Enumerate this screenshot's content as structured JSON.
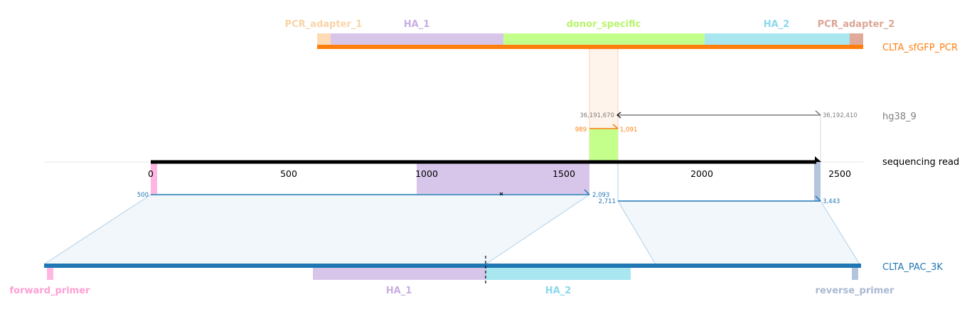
{
  "colors": {
    "orange": "#ff7f0e",
    "blue": "#1f77b4",
    "grey": "#7f7f7f",
    "black": "#000000",
    "pcr_adapter_1": "#fddbb5",
    "ha_1": "#d8c6ea",
    "donor_specific": "#c4ff8c",
    "ha_2": "#a8e6f0",
    "pcr_adapter_2": "#e0a99a",
    "forward_primer": "#ffb6e0",
    "reverse_primer": "#b4c4dc",
    "highlight_orange": "#fef4ec",
    "highlight_green": "#c4ff8c",
    "connector_fill": "#f2f7fb",
    "connector_line": "#aed0e6"
  },
  "tracks": {
    "top": {
      "name": "CLTA_sfGFP_PCR"
    },
    "genome": {
      "name": "hg38_9"
    },
    "read": {
      "name": "sequencing read"
    },
    "bottom": {
      "name": "CLTA_PAC_3K"
    }
  },
  "top_features": [
    {
      "label": "PCR_adapter_1",
      "color_key": "pcr_adapter_1",
      "label_color": "#f9d4a8"
    },
    {
      "label": "HA_1",
      "color_key": "ha_1",
      "label_color": "#c8aee3"
    },
    {
      "label": "donor_specific",
      "color_key": "donor_specific",
      "label_color": "#b8f56a"
    },
    {
      "label": "HA_2",
      "color_key": "ha_2",
      "label_color": "#8bd9ec"
    },
    {
      "label": "PCR_adapter_2",
      "color_key": "pcr_adapter_2",
      "label_color": "#dca595"
    }
  ],
  "bottom_features": [
    {
      "label": "forward_primer",
      "color_key": "forward_primer",
      "label_color": "#ff9fd4"
    },
    {
      "label": "HA_1",
      "color_key": "ha_1",
      "label_color": "#c8aee3"
    },
    {
      "label": "HA_2",
      "color_key": "ha_2",
      "label_color": "#8bd9ec"
    },
    {
      "label": "reverse_primer",
      "color_key": "reverse_primer",
      "label_color": "#a9b9d3"
    }
  ],
  "read_axis": {
    "ticks": [
      {
        "value": 0,
        "label": "0"
      },
      {
        "value": 500,
        "label": "500"
      },
      {
        "value": 1000,
        "label": "1000"
      },
      {
        "value": 1500,
        "label": "1500"
      },
      {
        "value": 2000,
        "label": "2000"
      },
      {
        "value": 2500,
        "label": "2500"
      }
    ]
  },
  "alignments": {
    "genome": {
      "start_label": "36,191,670",
      "end_label": "36,192,410",
      "strand": "reverse"
    },
    "donor": {
      "start_label": "989",
      "end_label": "1,091",
      "strand": "forward"
    },
    "bottom_1": {
      "start_label": "500",
      "end_label": "2,093",
      "strand": "forward"
    },
    "bottom_2": {
      "start_label": "2,711",
      "end_label": "3,443",
      "strand": "forward"
    }
  }
}
